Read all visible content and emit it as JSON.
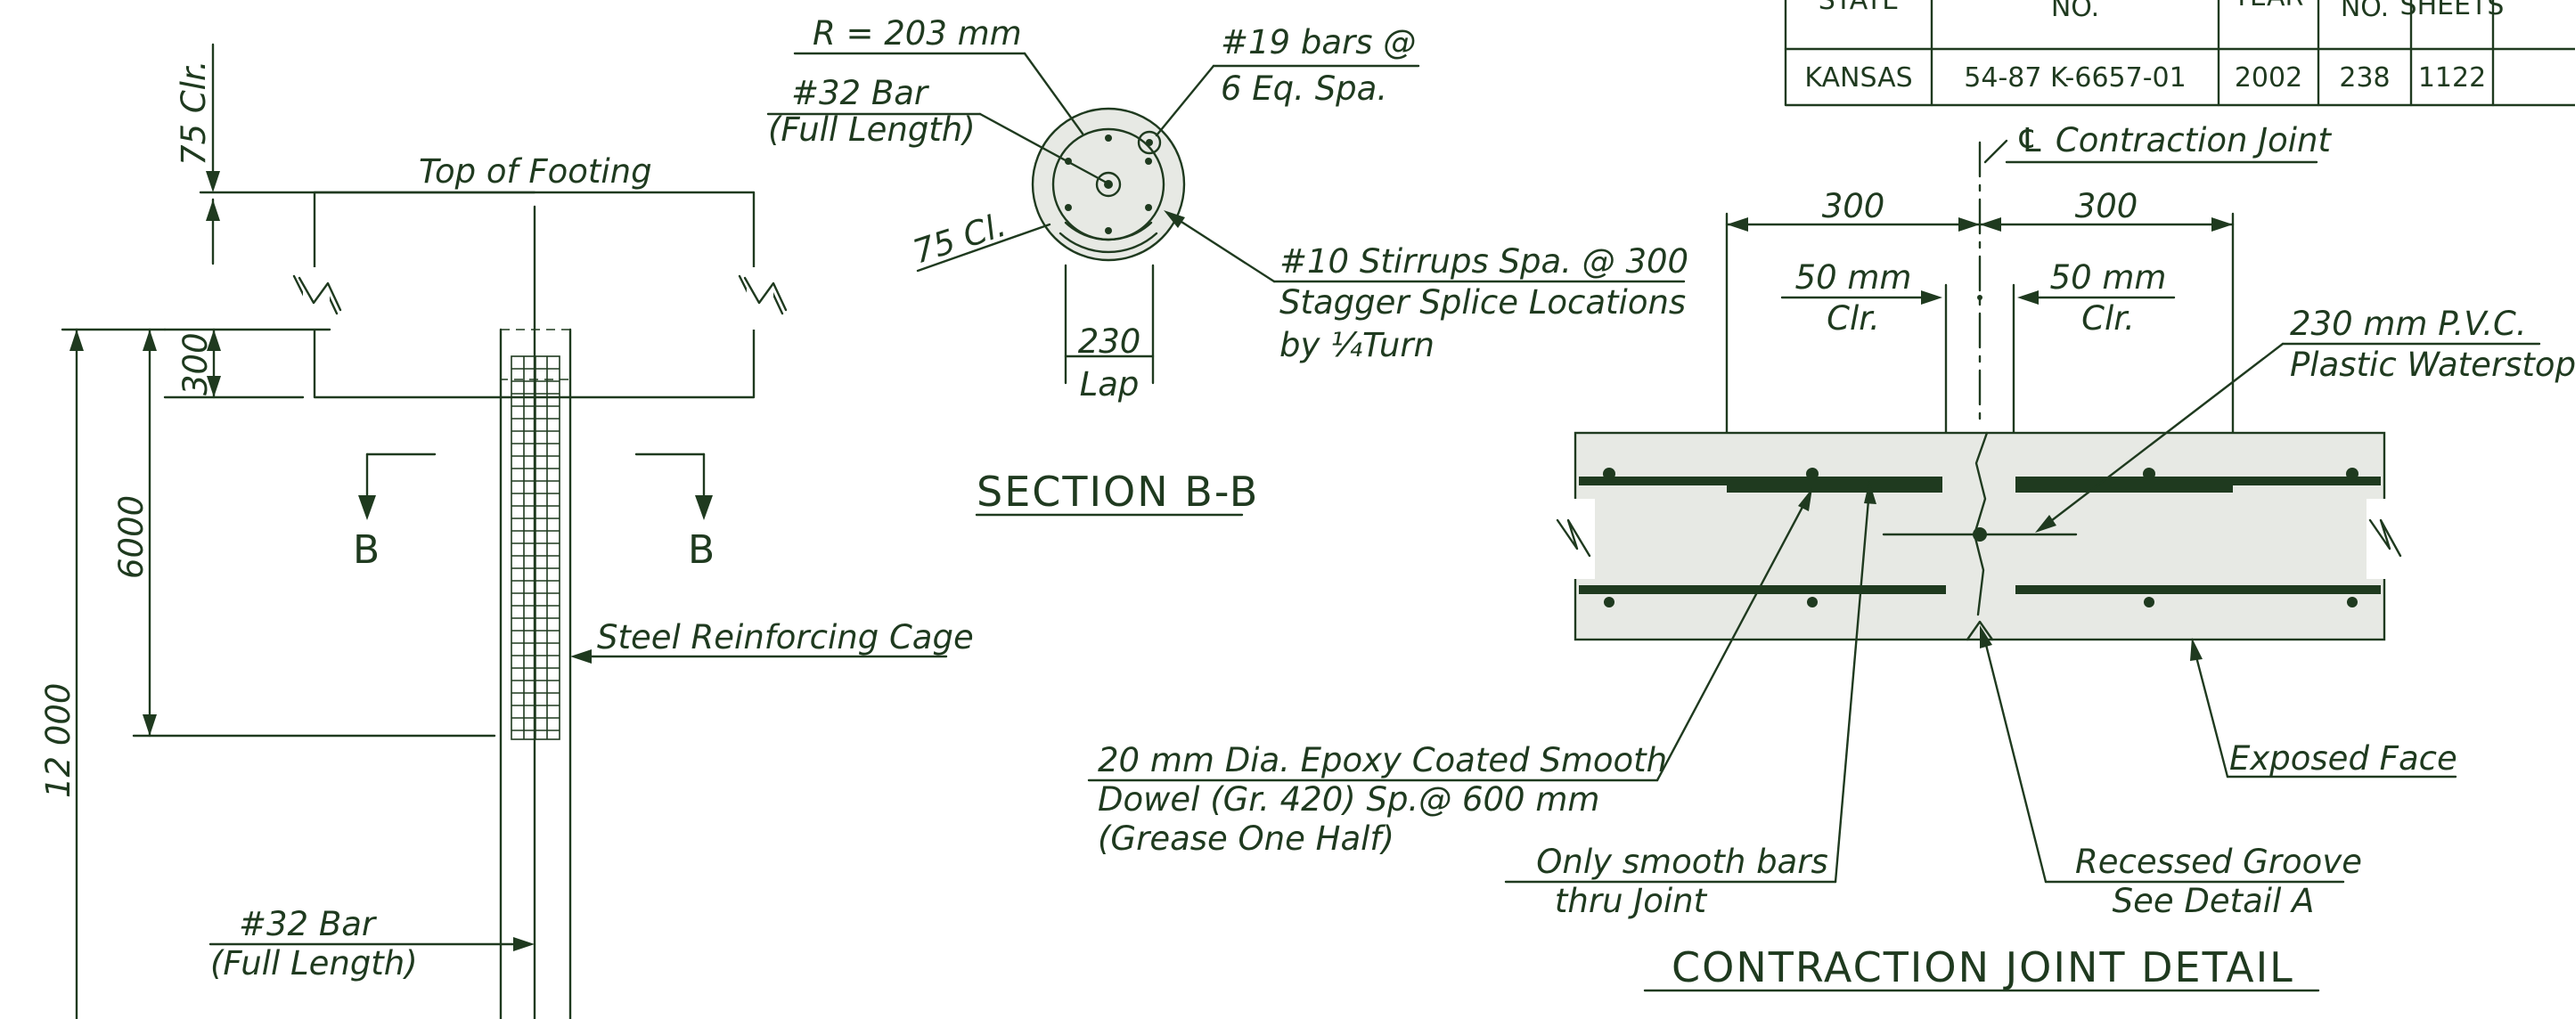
{
  "title_block": {
    "header_state": "STATE",
    "header_no": "NO.",
    "header_year": "YEAR",
    "header_sheet_no": "NO.",
    "header_total_sheets": "SHEETS",
    "state": "KANSAS",
    "project_no": "54-87 K-6657-01",
    "year": "2002",
    "sheet_no": "238",
    "total_sheets": "1122"
  },
  "elevation": {
    "clear_cover": "75 Clr.",
    "top_of_footing": "Top of Footing",
    "dim_300": "300",
    "dim_6000": "6000",
    "dim_12000": "12 000",
    "section_mark_left": "B",
    "section_mark_right": "B",
    "cage_label": "Steel Reinforcing Cage",
    "bar_label_1": "#32 Bar",
    "bar_label_2": "(Full Length)"
  },
  "section_bb": {
    "radius": "R = 203 mm",
    "bar32": "#32 Bar",
    "bar32_sub": "(Full Length)",
    "clear": "75 Cl.",
    "bars19": "#19 bars @",
    "bars19_sub": "6 Eq. Spa.",
    "stirrups_1": "#10 Stirrups Spa. @ 300",
    "stirrups_2": "Stagger Splice Locations",
    "stirrups_3": "by ¼Turn",
    "lap_value": "230",
    "lap_label": "Lap",
    "title": "SECTION B-B"
  },
  "contraction_joint": {
    "centerline_label": "℄ Contraction Joint",
    "dim_left": "300",
    "dim_right": "300",
    "clr_left_1": "50 mm",
    "clr_left_2": "Clr.",
    "clr_right_1": "50 mm",
    "clr_right_2": "Clr.",
    "waterstop_1": "230 mm P.V.C.",
    "waterstop_2": "Plastic Waterstop",
    "dowel_1": "20 mm Dia. Epoxy Coated Smooth",
    "dowel_2": "Dowel (Gr. 420) Sp.@ 600 mm",
    "dowel_3": "(Grease One Half)",
    "smooth_1": "Only smooth bars",
    "smooth_2": "thru Joint",
    "groove_1": "Recessed Groove",
    "groove_2": "See Detail A",
    "exposed": "Exposed Face",
    "title": "CONTRACTION JOINT DETAIL"
  },
  "colors": {
    "ink": "#1f3a1f",
    "concrete": "#e7e9e4",
    "paper": "#ffffff"
  }
}
